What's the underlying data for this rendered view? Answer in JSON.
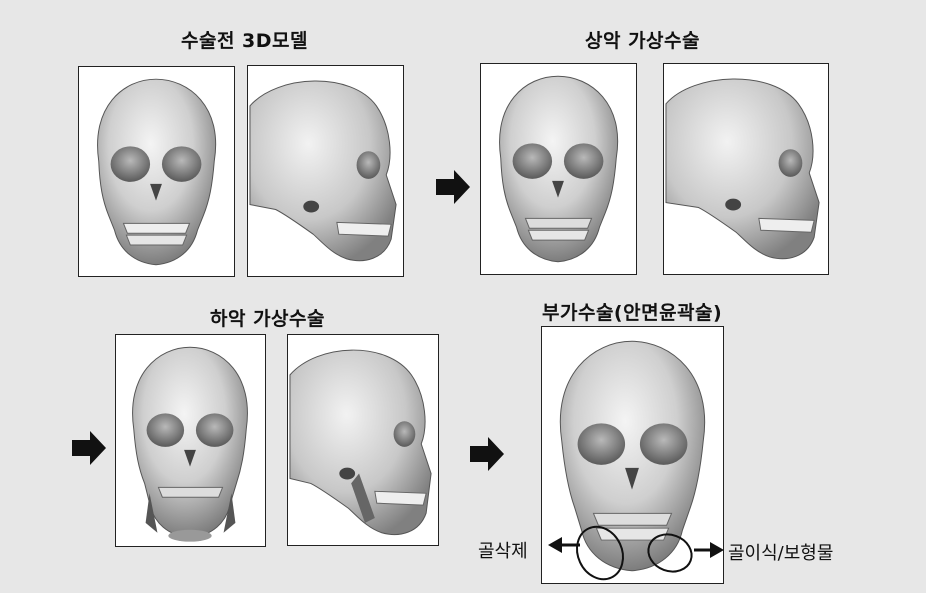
{
  "sections": {
    "preop": {
      "title": "수술전 3D모델"
    },
    "maxilla": {
      "title": "상악 가상수술"
    },
    "mandible": {
      "title": "하악 가상수술"
    },
    "additional": {
      "title": "부가수술(안면윤곽술)"
    }
  },
  "annotations": {
    "left": "골삭제",
    "right": "골이식/보형물"
  },
  "icons": [
    "right-arrow-icon",
    "right-arrow-icon",
    "right-arrow-icon"
  ]
}
